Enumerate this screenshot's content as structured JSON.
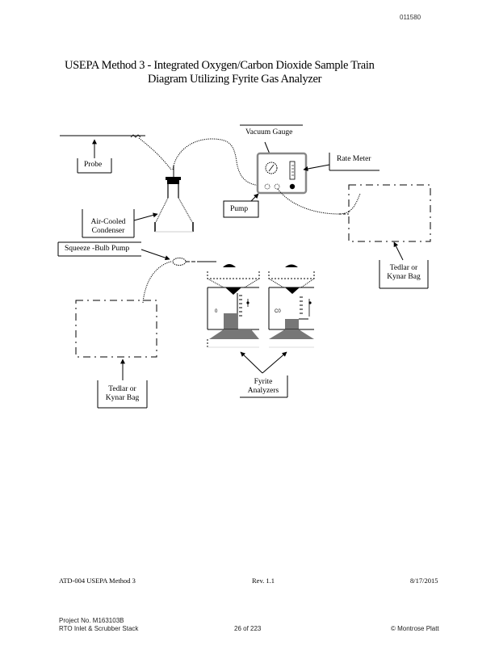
{
  "document_number": "011580",
  "title": {
    "line1": "USEPA Method 3 - Integrated Oxygen/Carbon Dioxide Sample Train",
    "line2": "Diagram Utilizing Fyrite Gas Analyzer"
  },
  "diagram": {
    "labels": {
      "probe": "Probe",
      "vacuum_gauge": "Vacuum Gauge",
      "rate_meter": "Rate Meter",
      "pump": "Pump",
      "condenser_line1": "Air-Cooled",
      "condenser_line2": "Condenser",
      "squeeze_bulb": "Squeeze  -Bulb Pump",
      "bag_right_line1": "Tedlar or",
      "bag_right_line2": "Kynar Bag",
      "bag_left_line1": "Tedlar or",
      "bag_left_line2": "Kynar Bag",
      "analyzers_line1": "Fyrite",
      "analyzers_line2": "Analyzers",
      "analyzer_o2_mark": "0",
      "analyzer_co2_mark": "C0"
    },
    "colors": {
      "line": "#000000",
      "fluid": "#777777",
      "pump_case": "#888888"
    }
  },
  "footer": {
    "doc_id": "ATD-004 USEPA Method 3",
    "revision": "Rev. 1.1",
    "date": "8/17/2015",
    "project_no": "Project No. M163103B",
    "location": "RTO Inlet & Scrubber Stack",
    "page": "26 of 223",
    "company": "© Montrose Platt"
  }
}
